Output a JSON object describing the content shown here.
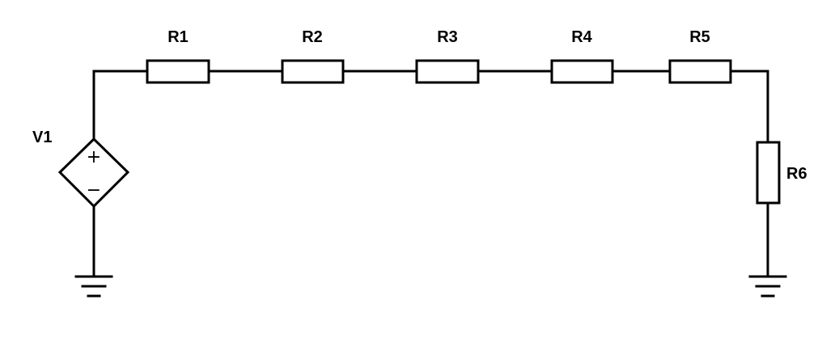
{
  "components": {
    "source": {
      "label": "V1",
      "plus": "+",
      "minus": "−"
    },
    "resistors": [
      {
        "id": "r1",
        "label": "R1"
      },
      {
        "id": "r2",
        "label": "R2"
      },
      {
        "id": "r3",
        "label": "R3"
      },
      {
        "id": "r4",
        "label": "R4"
      },
      {
        "id": "r5",
        "label": "R5"
      },
      {
        "id": "r6",
        "label": "R6"
      }
    ]
  },
  "colors": {
    "stroke": "#000000",
    "background": "#ffffff"
  }
}
